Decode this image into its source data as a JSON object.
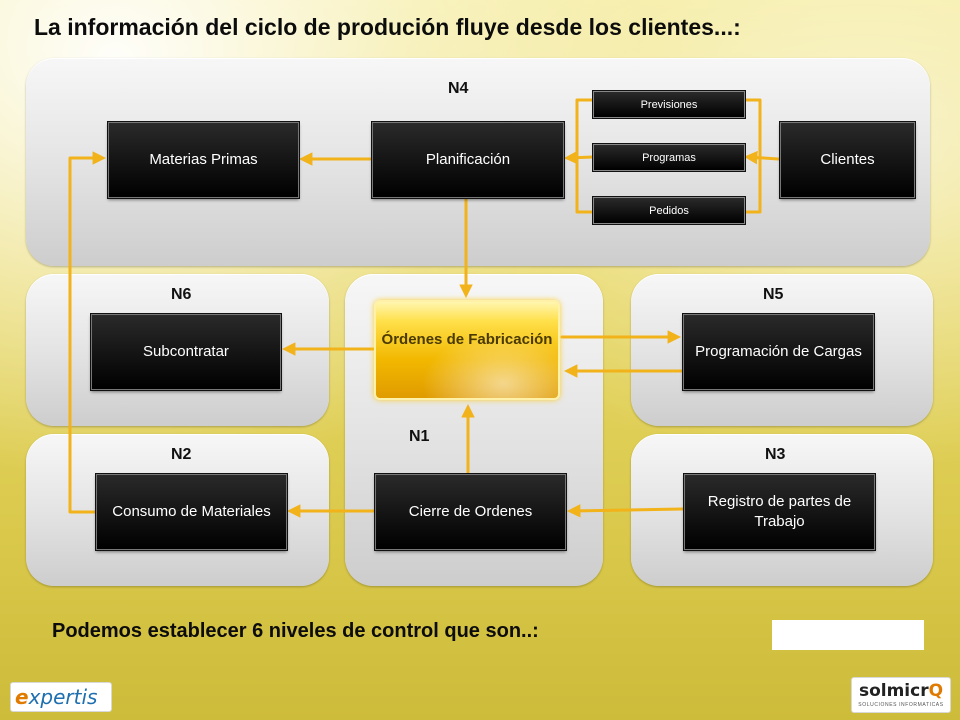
{
  "title": "La información del ciclo de produción fluye desde los clientes...:",
  "subtitle": "Podemos establecer 6 niveles de control que son..:",
  "levels": {
    "n1": "N1",
    "n2": "N2",
    "n3": "N3",
    "n4": "N4",
    "n5": "N5",
    "n6": "N6"
  },
  "boxes": {
    "materias_primas": "Materias Primas",
    "planificacion": "Planificación",
    "clientes": "Clientes",
    "subcontratar": "Subcontratar",
    "ordenes_fabricacion": "Órdenes de Fabricación",
    "programacion_cargas": "Programación de Cargas",
    "consumo_materiales": "Consumo de Materiales",
    "cierre_ordenes": "Cierre de Ordenes",
    "registro_partes": "Registro de partes de Trabajo"
  },
  "inputs": {
    "previsiones": "Previsiones",
    "programas": "Programas",
    "pedidos": "Pedidos"
  },
  "logos": {
    "left": "expertis",
    "right": "solmicro",
    "right_tagline": "SOLUCIONES INFORMATICAS"
  },
  "colors": {
    "arrow": "#f2b21a",
    "box": "#000000",
    "highlight": "#f7c400"
  }
}
